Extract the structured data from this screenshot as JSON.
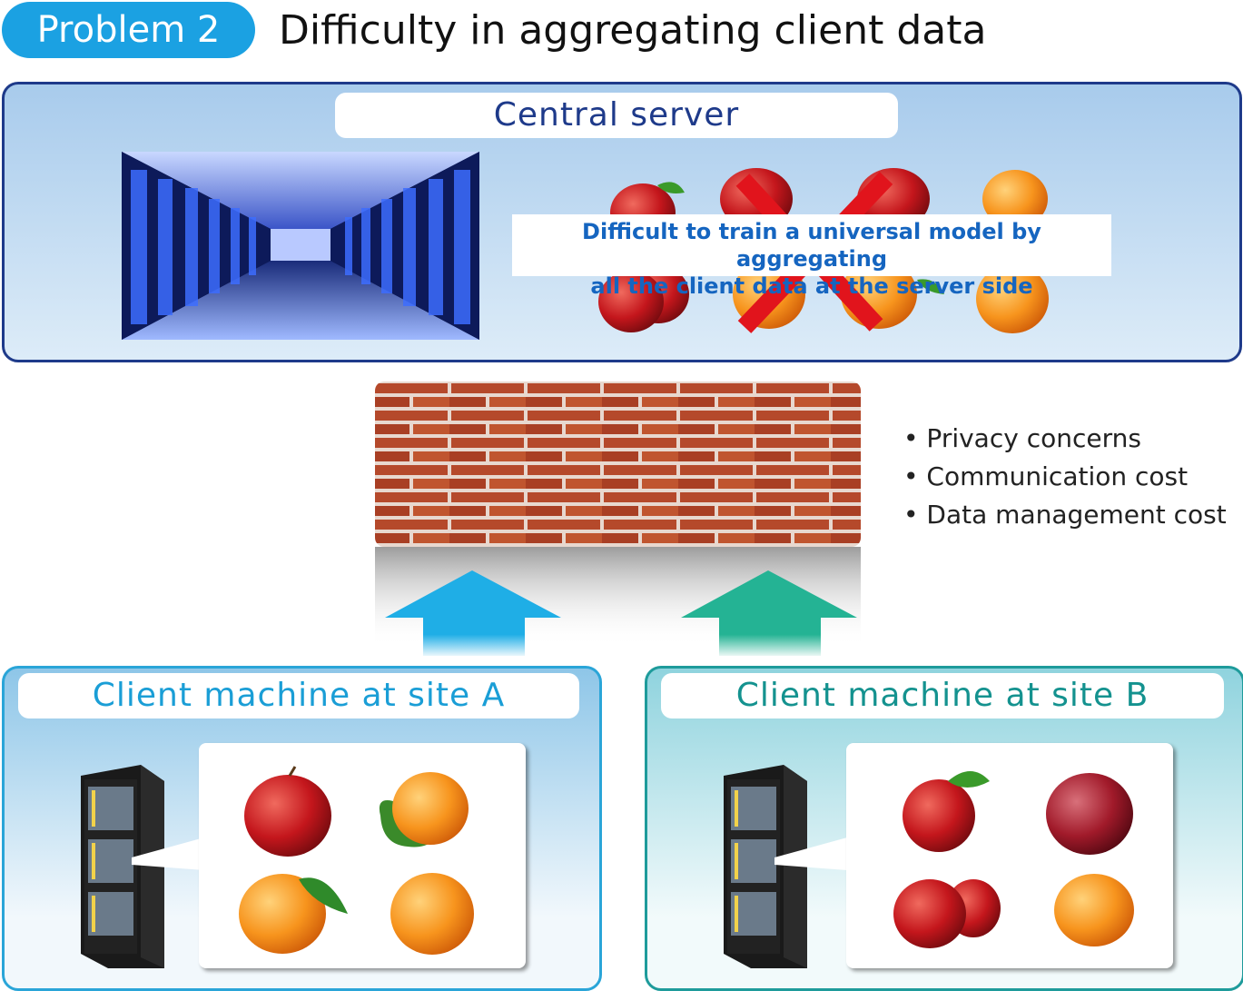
{
  "header": {
    "badge": "Problem 2",
    "title": "Difficulty in aggregating client data"
  },
  "server": {
    "label": "Central server",
    "callout_line1": "Difficult to train a universal model by aggregating",
    "callout_line2": "all the client data at the server side"
  },
  "barrier": {
    "reasons": [
      "Privacy concerns",
      "Communication cost",
      "Data management cost"
    ],
    "bullet": "•"
  },
  "clients": [
    {
      "label": "Client machine at site A",
      "arrow_color": "#1faee6",
      "fruits": [
        "apple",
        "orange",
        "orange",
        "orange"
      ]
    },
    {
      "label": "Client machine at site B",
      "arrow_color": "#24b394",
      "fruits": [
        "apple",
        "apple",
        "apple",
        "orange"
      ]
    }
  ],
  "colors": {
    "badge": "#1ba1e2",
    "server_border": "#1e3a8a",
    "client_a": "#2aa5d8",
    "client_b": "#1e9b9b",
    "cross": "#e1141c"
  }
}
